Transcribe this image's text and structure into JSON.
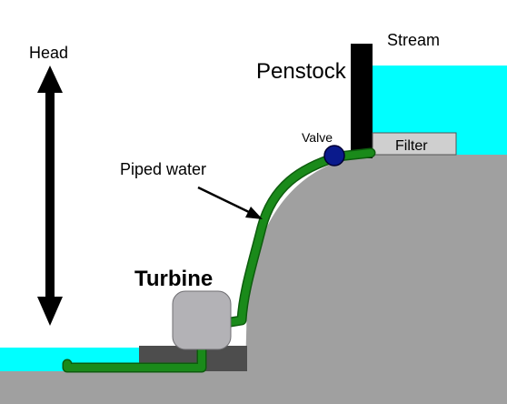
{
  "labels": {
    "head": "Head",
    "stream": "Stream",
    "penstock": "Penstock",
    "valve": "Valve",
    "filter": "Filter",
    "piped_water": "Piped water",
    "turbine": "Turbine"
  },
  "colors": {
    "background": "#ffffff",
    "water": "#00ffff",
    "ground": "#a0a0a0",
    "pipe": "#1a8a1a",
    "pipe_edge": "#0d5c0d",
    "penstock": "#000000",
    "valve": "#0a1a8c",
    "filter_box": "#cfcfcf",
    "turbine_body": "#b3b2b6",
    "turbine_base": "#4d4d4d",
    "arrow": "#000000"
  }
}
